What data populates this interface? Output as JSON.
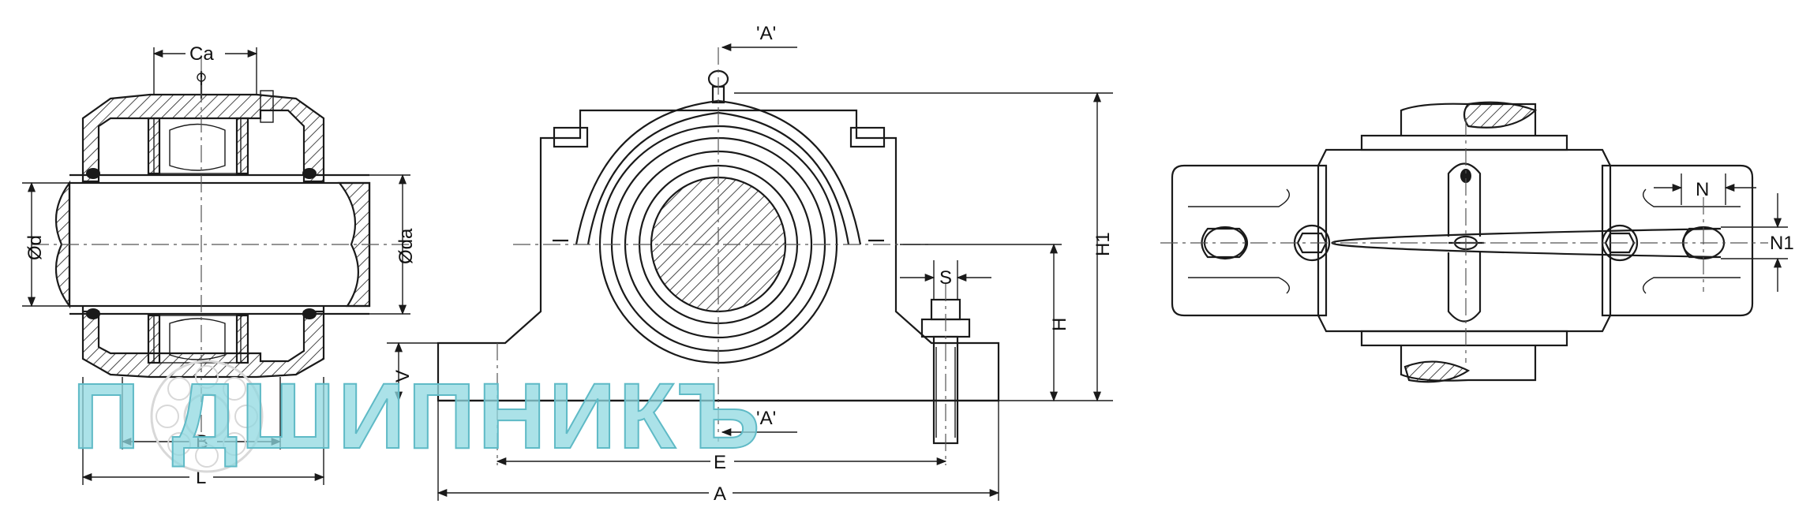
{
  "labels": {
    "ca": "Ca",
    "od": "Ød",
    "oda": "Øda",
    "b": "B",
    "l": "L",
    "section_top": "'A'",
    "section_bottom": "'A'",
    "h1": "H1",
    "h": "H",
    "v": "V",
    "s": "S",
    "e": "E",
    "a": "A",
    "n": "N",
    "n1": "N1"
  },
  "watermark": {
    "text": "П  ДШИПНИКЪ"
  },
  "colors": {
    "line": "#1a1a1a",
    "watermark_fill": "#8fd8e0",
    "background": "#ffffff"
  }
}
